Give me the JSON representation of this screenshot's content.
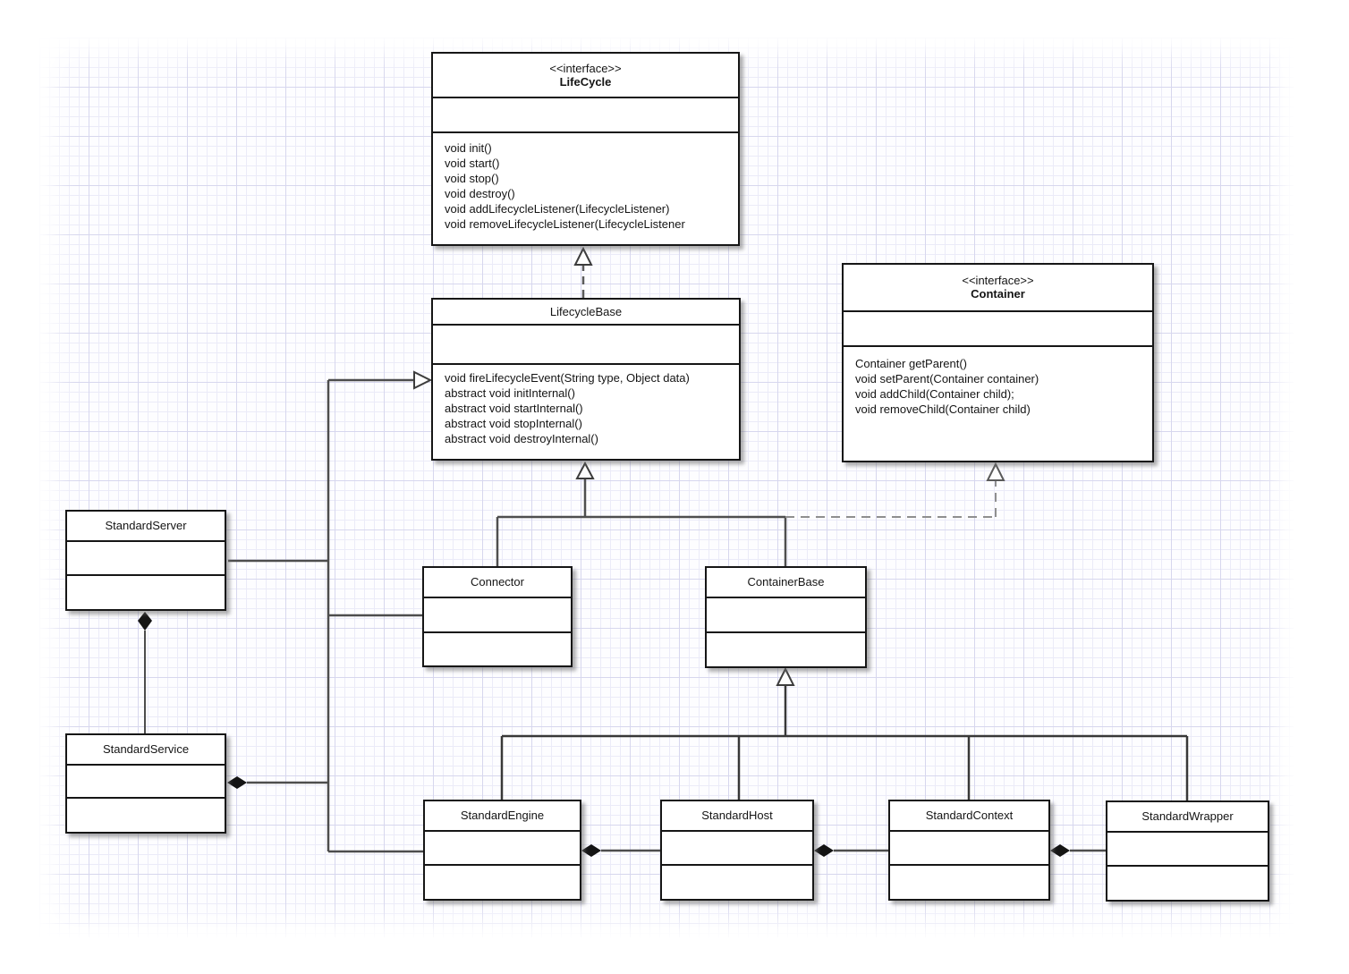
{
  "diagram": {
    "kind": "uml-class-diagram",
    "grid_minor_color": "#ebebf8",
    "grid_major_color": "#d7d7ee",
    "box_border_color": "#161616",
    "edge_color": "#4d4d4d",
    "classes": [
      {
        "id": "lifecycle",
        "stereotype": "<<interface>>",
        "name": "LifeCycle",
        "methods": [
          "void init()",
          "void start()",
          "void stop()",
          "void destroy()",
          "void addLifecycleListener(LifecycleListener)",
          "void removeLifecycleListener(LifecycleListener"
        ]
      },
      {
        "id": "lifecyclebase",
        "name": "LifecycleBase",
        "methods": [
          "void fireLifecycleEvent(String type, Object data)",
          "abstract void initInternal()",
          "abstract void startInternal()",
          "abstract void stopInternal()",
          "abstract void destroyInternal()"
        ]
      },
      {
        "id": "container",
        "stereotype": "<<interface>>",
        "name": "Container",
        "methods": [
          "Container getParent()",
          "void setParent(Container container)",
          "void addChild(Container child);",
          "void removeChild(Container child)"
        ]
      },
      {
        "id": "standardserver",
        "name": "StandardServer",
        "methods": []
      },
      {
        "id": "standardservice",
        "name": "StandardService",
        "methods": []
      },
      {
        "id": "connector",
        "name": "Connector",
        "methods": []
      },
      {
        "id": "containerbase",
        "name": "ContainerBase",
        "methods": []
      },
      {
        "id": "standardengine",
        "name": "StandardEngine",
        "methods": []
      },
      {
        "id": "standardhost",
        "name": "StandardHost",
        "methods": []
      },
      {
        "id": "standardcontext",
        "name": "StandardContext",
        "methods": []
      },
      {
        "id": "standardwrapper",
        "name": "StandardWrapper",
        "methods": []
      }
    ],
    "relationships": [
      {
        "type": "realization",
        "from": "LifecycleBase",
        "to": "LifeCycle"
      },
      {
        "type": "generalization",
        "from": "StandardServer",
        "to": "LifecycleBase"
      },
      {
        "type": "generalization",
        "from": "Connector",
        "to": "LifecycleBase"
      },
      {
        "type": "generalization",
        "from": "ContainerBase",
        "to": "LifecycleBase"
      },
      {
        "type": "realization",
        "from": "ContainerBase",
        "to": "Container"
      },
      {
        "type": "composition",
        "from": "StandardServer",
        "to": "StandardService"
      },
      {
        "type": "composition",
        "from": "StandardService",
        "to": "Connector"
      },
      {
        "type": "composition",
        "from": "StandardService",
        "to": "StandardEngine"
      },
      {
        "type": "generalization",
        "from": "StandardEngine",
        "to": "ContainerBase"
      },
      {
        "type": "generalization",
        "from": "StandardHost",
        "to": "ContainerBase"
      },
      {
        "type": "generalization",
        "from": "StandardContext",
        "to": "ContainerBase"
      },
      {
        "type": "generalization",
        "from": "StandardWrapper",
        "to": "ContainerBase"
      },
      {
        "type": "composition",
        "from": "StandardEngine",
        "to": "StandardHost"
      },
      {
        "type": "composition",
        "from": "StandardHost",
        "to": "StandardContext"
      },
      {
        "type": "composition",
        "from": "StandardContext",
        "to": "StandardWrapper"
      }
    ]
  }
}
